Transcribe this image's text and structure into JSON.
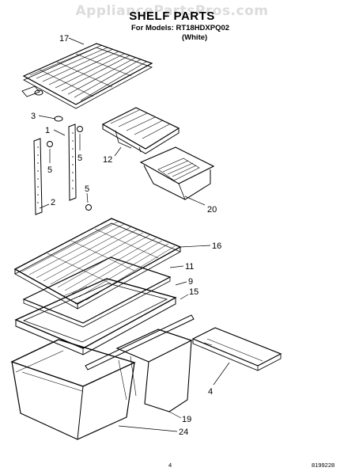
{
  "header": {
    "watermark": "AppliancePartsPros.com",
    "title": "SHELF PARTS",
    "models_line": "For Models: RT18HDXPQ02",
    "color_line": "(White)"
  },
  "callouts": [
    "17",
    "3",
    "1",
    "5",
    "5",
    "2",
    "5",
    "12",
    "20",
    "16",
    "11",
    "9",
    "15",
    "4",
    "19",
    "24"
  ],
  "footer": {
    "page_number": "4",
    "document_number": "8199228"
  }
}
